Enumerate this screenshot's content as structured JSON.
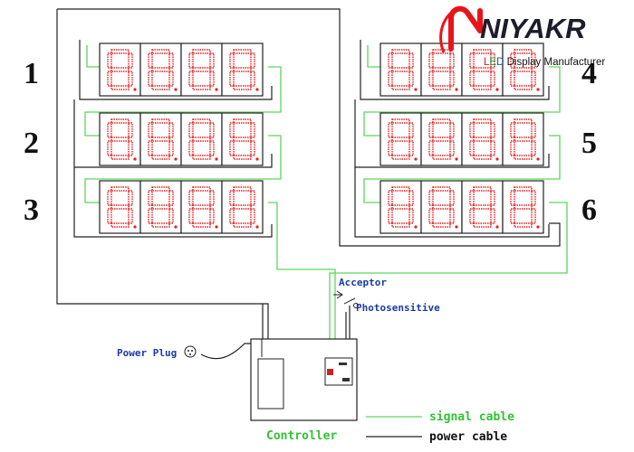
{
  "brand": {
    "name": "NIYAKR",
    "tagline_led": "LED",
    "tagline_rest": " Display Manufacturer",
    "colors": {
      "red": "#e8141b",
      "dark": "#1c1c2c",
      "led_l": "#e8141b",
      "led_e": "#14a03c",
      "led_d": "#1e5aa0"
    }
  },
  "displays": [
    {
      "number": "1",
      "digits": 4
    },
    {
      "number": "2",
      "digits": 4
    },
    {
      "number": "3",
      "digits": 4
    },
    {
      "number": "4",
      "digits": 4
    },
    {
      "number": "5",
      "digits": 4
    },
    {
      "number": "6",
      "digits": 4
    }
  ],
  "labels": {
    "acceptor": "Acceptor",
    "photosensitive": "Photosensitive",
    "power_plug": "Power Plug",
    "controller": "Controller"
  },
  "legend": [
    {
      "label": "signal cable",
      "color": "#5cd65c"
    },
    {
      "label": "power cable",
      "color": "#222222"
    }
  ],
  "colors": {
    "segment": "#e52020",
    "signal": "#5cd65c",
    "power": "#222222",
    "label_blue": "#1a3aa8",
    "label_green": "#33c233"
  }
}
